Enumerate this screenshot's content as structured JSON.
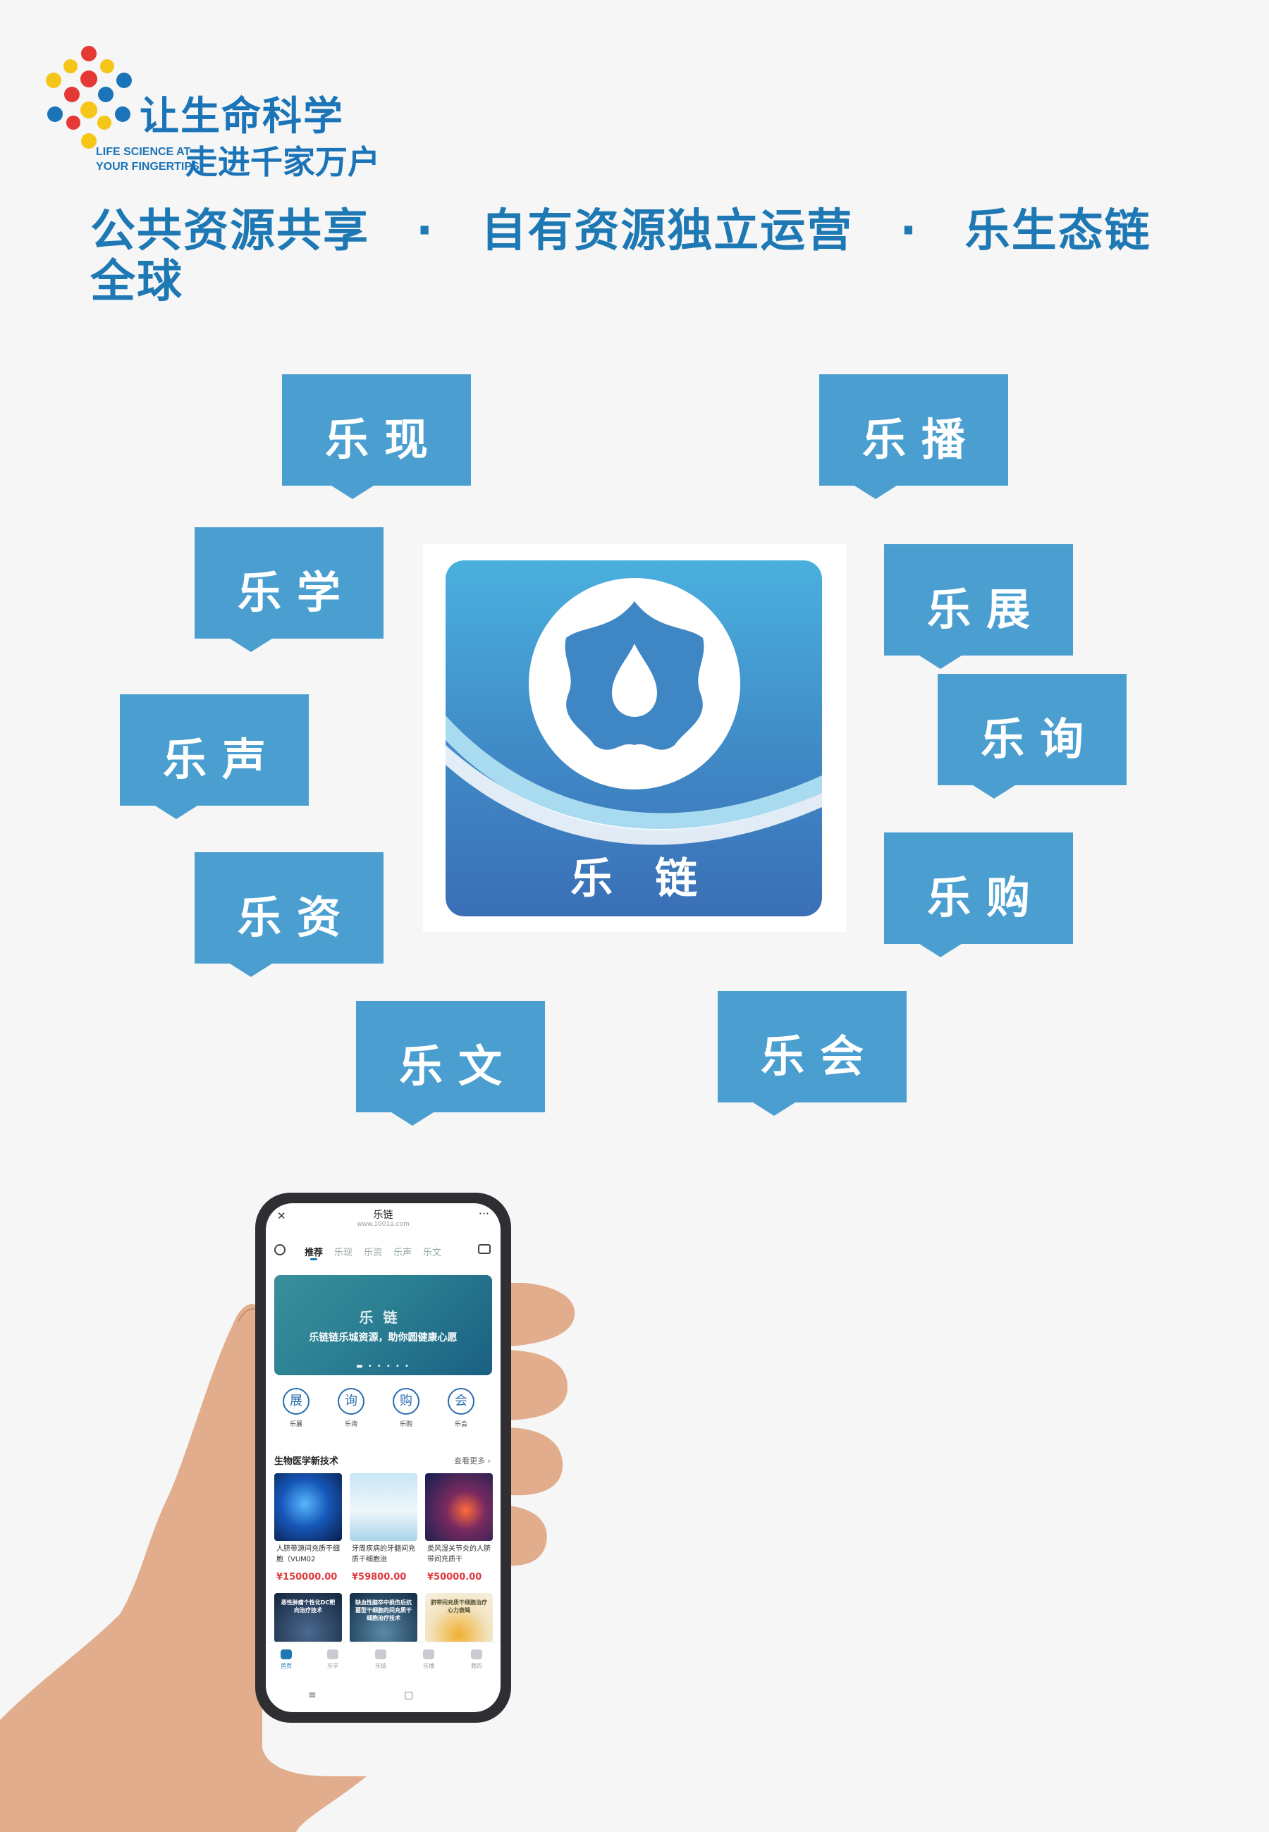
{
  "logo": {
    "cn_line1": "让生命科学",
    "en_line1": "LIFE SCIENCE AT",
    "en_line2": "YOUR FINGERTIPS",
    "cn_line2": "走进千家万户"
  },
  "headline": "公共资源共享　·　自有资源独立运营　·　乐生态链全球",
  "tags": [
    "乐现",
    "乐播",
    "乐学",
    "乐展",
    "乐声",
    "乐询",
    "乐资",
    "乐购",
    "乐文",
    "乐会"
  ],
  "center_icon": {
    "label": "乐链"
  },
  "phone": {
    "title": "乐链",
    "url": "www.1001a.com",
    "close_icon": "close-icon",
    "more": "···",
    "tabs": [
      "推荐",
      "乐现",
      "乐资",
      "乐声",
      "乐文"
    ],
    "banner_logo": "乐链",
    "banner_text": "乐链链乐城资源，助你圆健康心愿",
    "banner_dots": "▬ • • • • •",
    "shortcuts": [
      {
        "glyph": "展",
        "label": "乐展"
      },
      {
        "glyph": "询",
        "label": "乐询"
      },
      {
        "glyph": "购",
        "label": "乐购"
      },
      {
        "glyph": "会",
        "label": "乐会"
      }
    ],
    "section_title": "生物医学新技术",
    "see_more": "查看更多 ›",
    "cards": [
      {
        "text": "人脐带源间充质干细胞（VUM02",
        "price": "¥150000.00"
      },
      {
        "text": "牙周疾病的牙髓间充质干细胞治",
        "price": "¥59800.00"
      },
      {
        "text": "类风湿关节炎的人脐带间充质干",
        "price": "¥50000.00"
      }
    ],
    "cards_row2": [
      {
        "text": "恶性肿瘤个性化DC靶向治疗技术"
      },
      {
        "text": "缺血性脑卒中损伤后抗菌型干细胞的间充质干细胞治疗技术"
      },
      {
        "text": "脐带间充质干细胞治疗心力衰竭"
      }
    ],
    "nav": [
      "首页",
      "乐学",
      "乐链",
      "乐播",
      "我的"
    ],
    "sysbar": "≡ ▢ ‹"
  },
  "colors": {
    "brand_blue": "#1e78b4",
    "tag_blue": "#4a9fd0",
    "price_red": "#e0383e"
  }
}
